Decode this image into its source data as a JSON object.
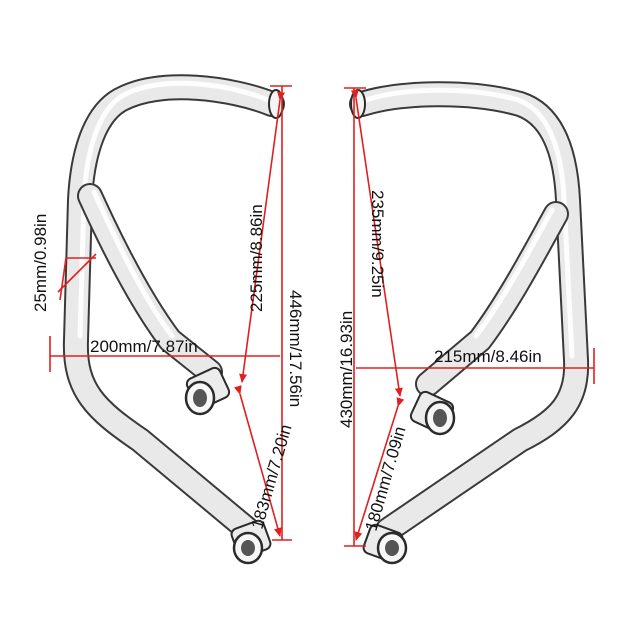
{
  "colors": {
    "dimension_line": "#e02020",
    "outline": "#2b2b2b",
    "label_text": "#111111"
  },
  "left_guard": {
    "tube_diameter": "25mm/0.98in",
    "width": "200mm/7.87in",
    "upper_diagonal": "225mm/8.86in",
    "height": "446mm/17.56in",
    "lower_diagonal": "183mm/7.20in"
  },
  "right_guard": {
    "upper_diagonal": "235mm/9.25in",
    "height": "430mm/16.93in",
    "width": "215mm/8.46in",
    "lower_diagonal": "180mm/7.09in"
  }
}
